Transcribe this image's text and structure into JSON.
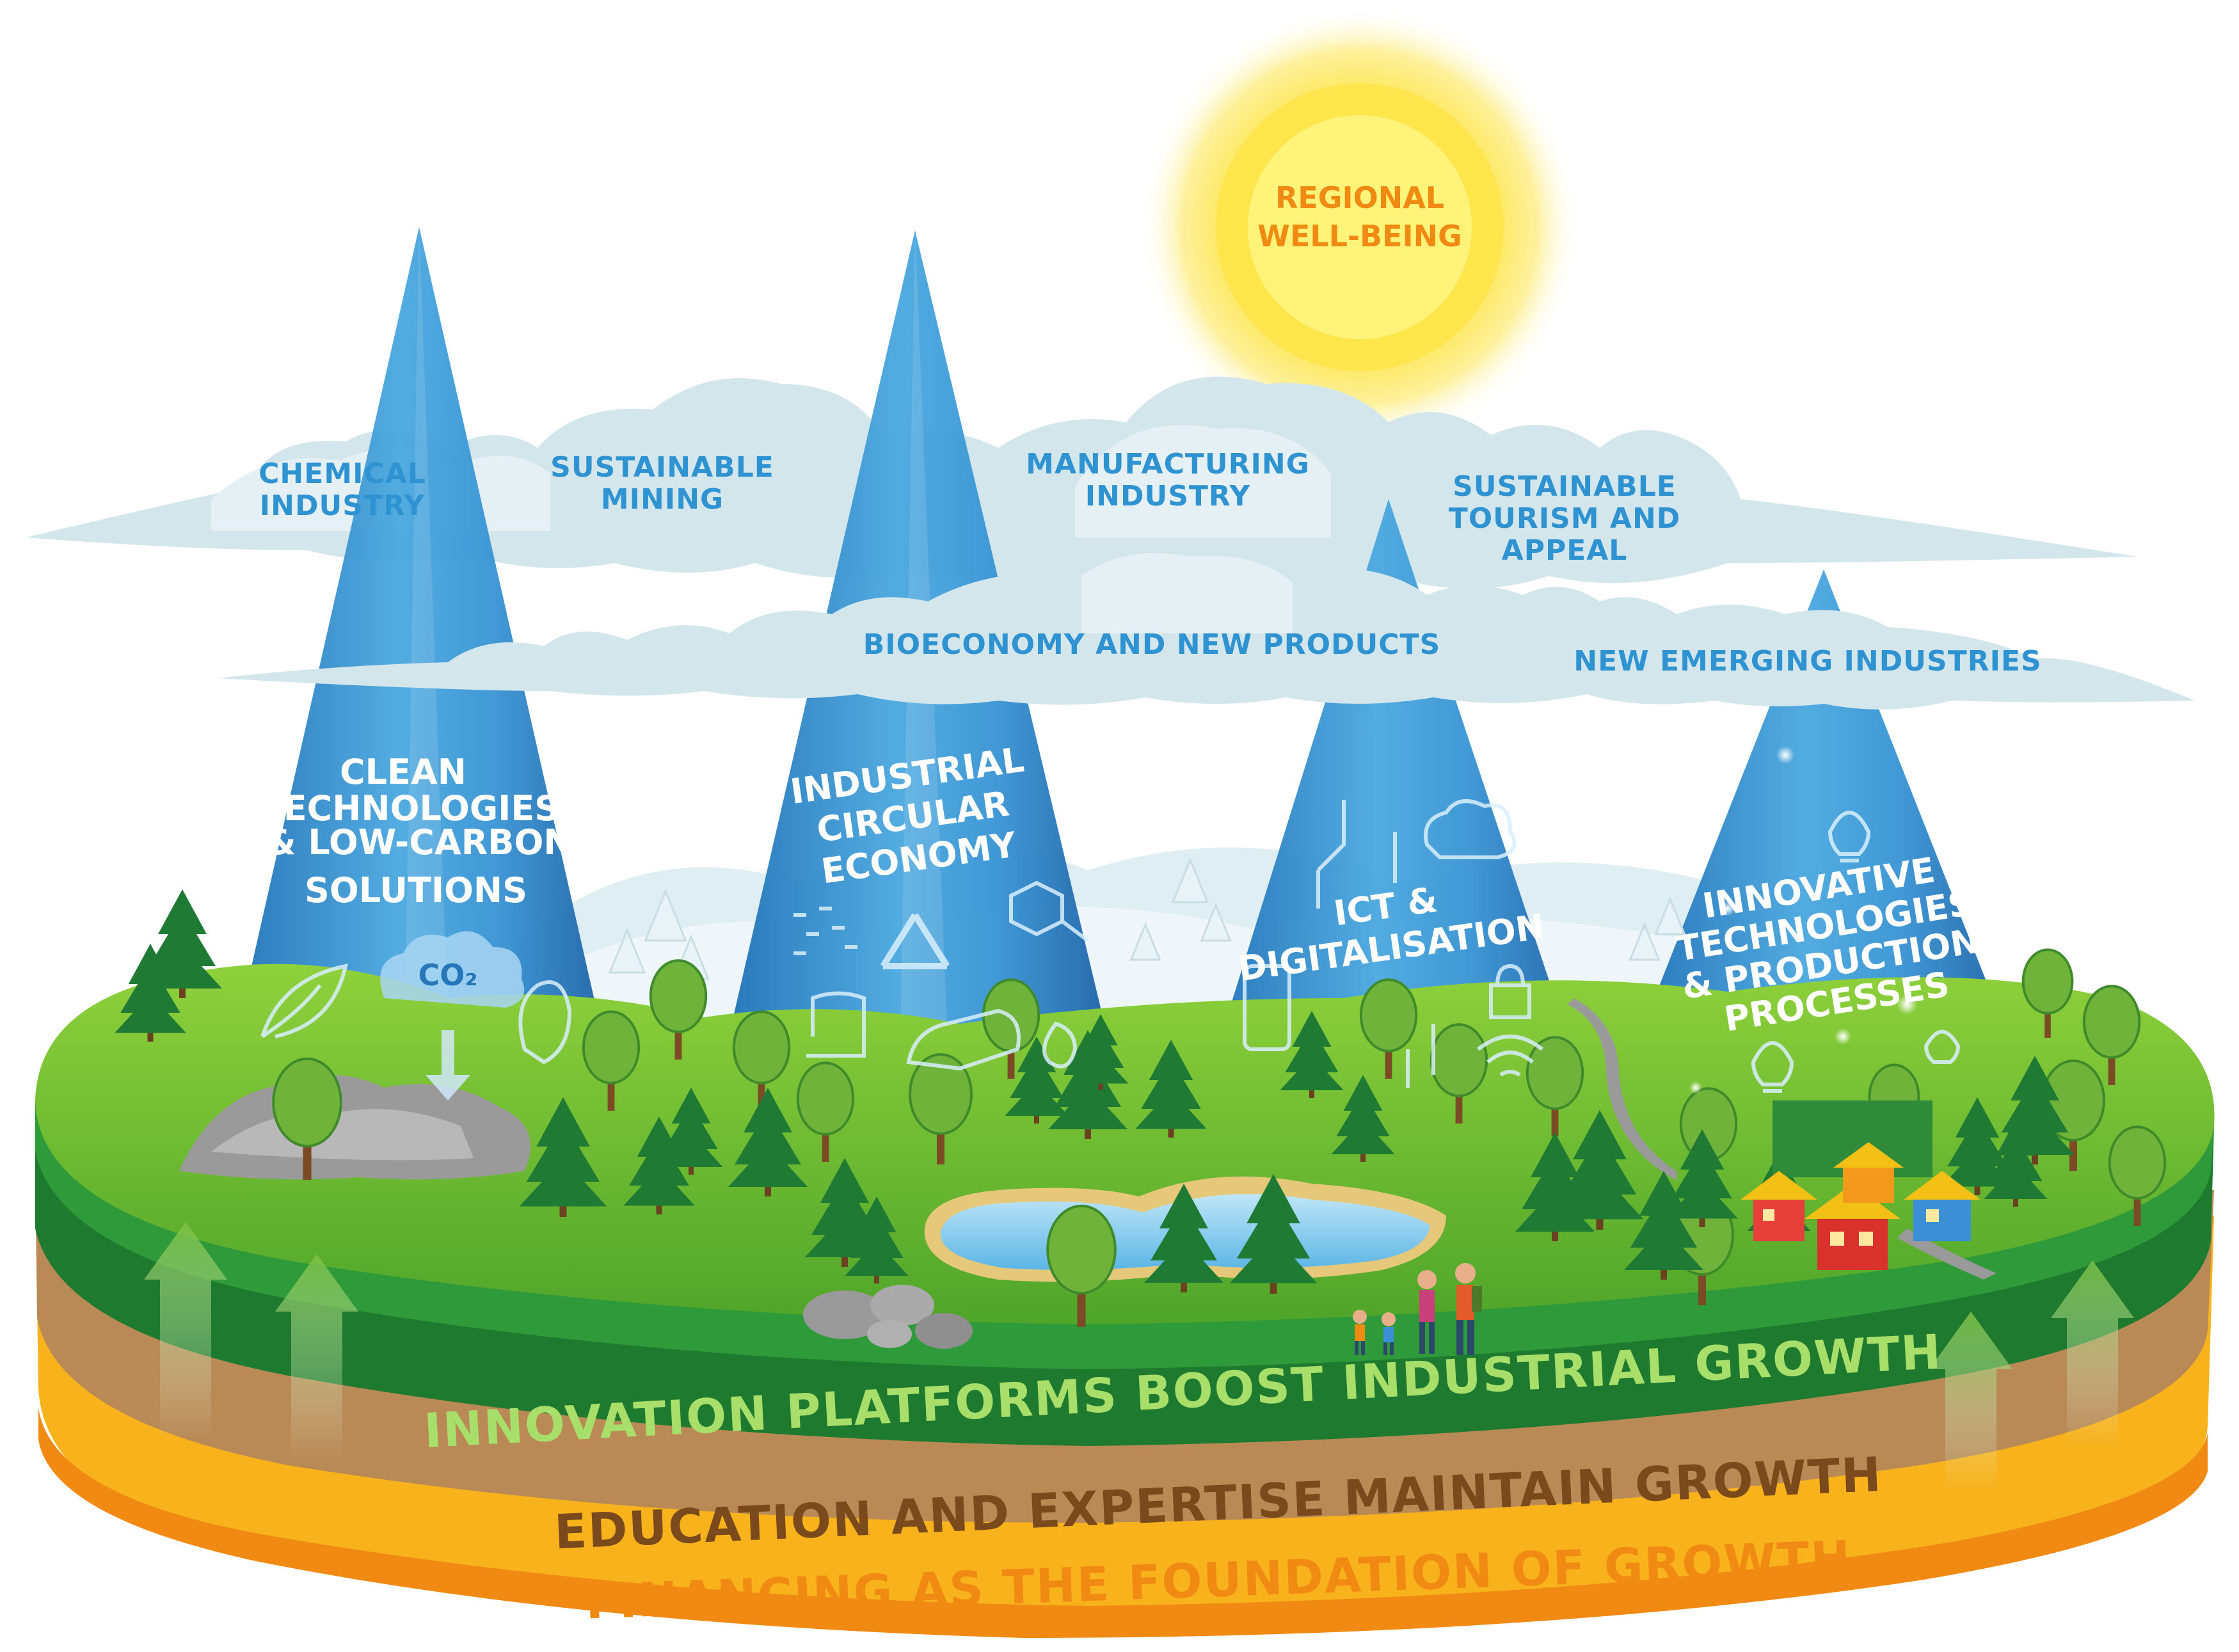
{
  "sun": {
    "line1": "REGIONAL",
    "line2": "WELL-BEING"
  },
  "clouds": {
    "chemical": {
      "line1": "CHEMICAL",
      "line2": "INDUSTRY"
    },
    "mining": {
      "line1": "SUSTAINABLE",
      "line2": "MINING"
    },
    "manufacturing": {
      "line1": "MANUFACTURING",
      "line2": "INDUSTRY"
    },
    "tourism": {
      "line1": "SUSTAINABLE",
      "line2": "TOURISM AND",
      "line3": "APPEAL"
    },
    "bioeconomy": "BIOECONOMY AND NEW PRODUCTS",
    "emerging": "NEW EMERGING INDUSTRIES"
  },
  "cones": {
    "clean": {
      "line1": "CLEAN",
      "line2": "TECHNOLOGIES",
      "line3": "& LOW-CARBON",
      "line4": "SOLUTIONS",
      "co2": "CO₂"
    },
    "circular": {
      "line1": "INDUSTRIAL",
      "line2": "CIRCULAR",
      "line3": "ECONOMY"
    },
    "ict": {
      "line1": "ICT &",
      "line2": "DIGITALISATION"
    },
    "innovative": {
      "line1": "INNOVATIVE",
      "line2": "TECHNOLOGIES",
      "line3": "& PRODUCTION",
      "line4": "PROCESSES"
    }
  },
  "layers": {
    "innovation": "INNOVATION PLATFORMS BOOST INDUSTRIAL GROWTH",
    "education": "EDUCATION AND EXPERTISE MAINTAIN GROWTH",
    "financing": "FINANCING AS THE FOUNDATION OF GROWTH"
  },
  "colors": {
    "cloud_text": "#2f93d1",
    "cone_blue": "#2e86c8",
    "grass": "#6fba2c",
    "green_band": "#1e7a2e",
    "brown_band": "#b98a55",
    "orange_band": "#f7b21c",
    "sun": "#fde54a",
    "sun_text": "#f08a12"
  }
}
